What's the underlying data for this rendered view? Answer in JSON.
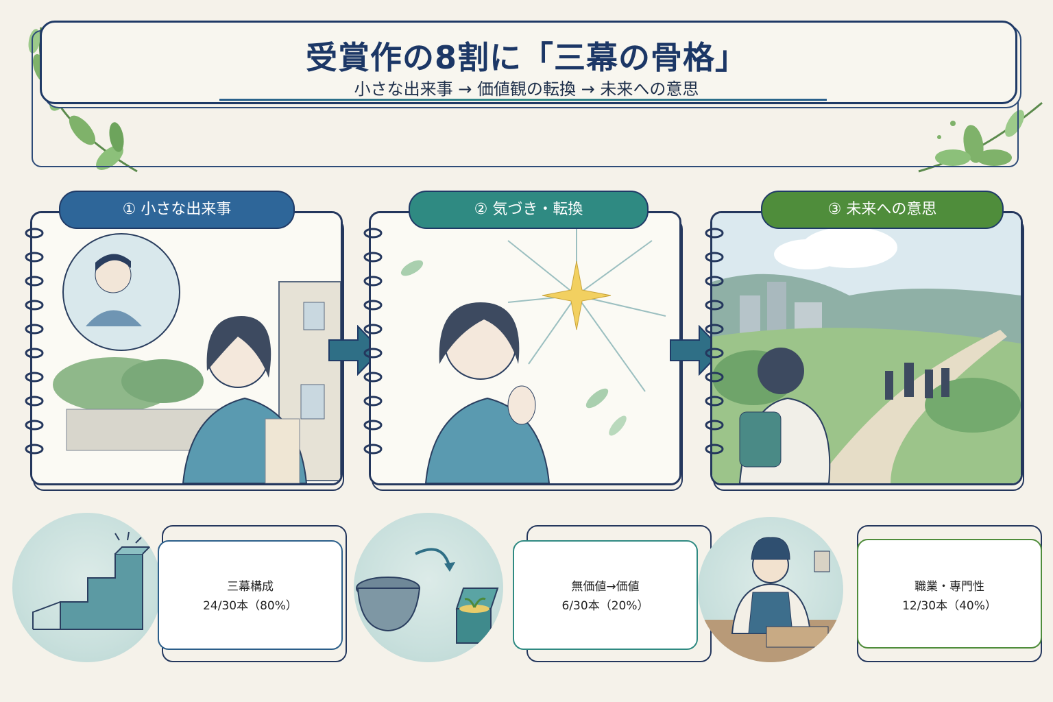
{
  "title": "受賞作の8割に「三幕の骨格」",
  "subtitle": "小さな出来事 → 価値観の転換 → 未来への意思",
  "steps": [
    {
      "label": "① 小さな出来事",
      "color": "#2e6699"
    },
    {
      "label": "② 気づき・転換",
      "color": "#2f8a82"
    },
    {
      "label": "③ 未来への意思",
      "color": "#4f8d3b"
    }
  ],
  "stats": [
    {
      "label": "三幕構成",
      "value": "24/30本（80%）",
      "border": "#2b5e8a"
    },
    {
      "label": "無価値→価値",
      "value": "6/30本（20%）",
      "border": "#2f8a82"
    },
    {
      "label": "職業・専門性",
      "value": "12/30本（40%）",
      "border": "#4f8d3b"
    }
  ],
  "icons": {
    "leaf": "leaf-decoration-icon",
    "arrow": "right-arrow-icon",
    "sparkle": "sparkle-icon",
    "stairs": "stairs-icon",
    "treasure": "treasure-chest-icon",
    "craftsman": "craftsman-icon"
  }
}
